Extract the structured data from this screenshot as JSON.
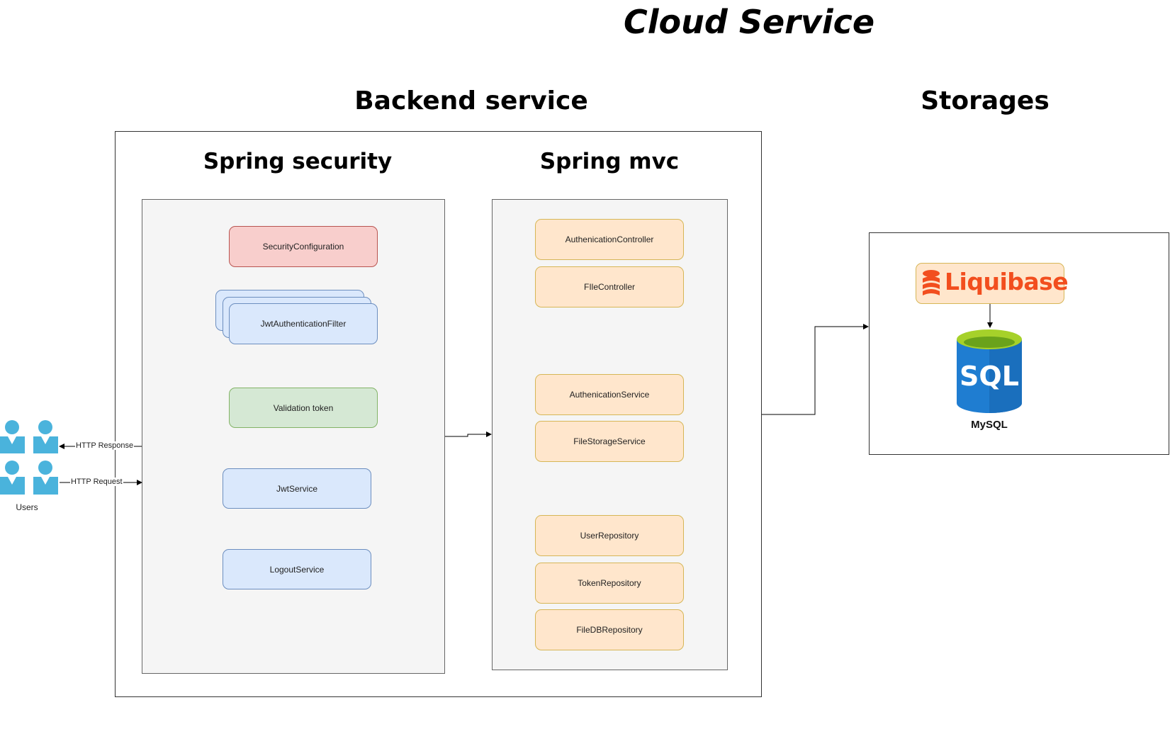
{
  "titles": {
    "main": "Cloud Service",
    "backend": "Backend service",
    "storages": "Storages",
    "spring_security": "Spring security",
    "spring_mvc": "Spring mvc"
  },
  "security": {
    "security_configuration": "SecurityConfiguration",
    "jwt_filter": "JwtAuthenticationFilter",
    "validation_token": "Validation token",
    "jwt_service": "JwtService",
    "logout_service": "LogoutService"
  },
  "mvc": {
    "auth_controller": "AuthenicationController",
    "file_controller": "FIleController",
    "auth_service": "AuthenicationService",
    "file_storage_service": "FileStorageService",
    "user_repository": "UserRepository",
    "token_repository": "TokenRepository",
    "file_db_repository": "FileDBRepository"
  },
  "users": {
    "label": "Users",
    "response": "HTTP Response",
    "request": "HTTP Request"
  },
  "storage": {
    "liquibase": "Liquibase",
    "sql": "SQL",
    "mysql": "MySQL"
  },
  "colors": {
    "users_icon": "#4ab3dc",
    "liquibase_text": "#f24e1e",
    "sql_blue": "#1f7dd1",
    "sql_top": "#a6d12a"
  }
}
